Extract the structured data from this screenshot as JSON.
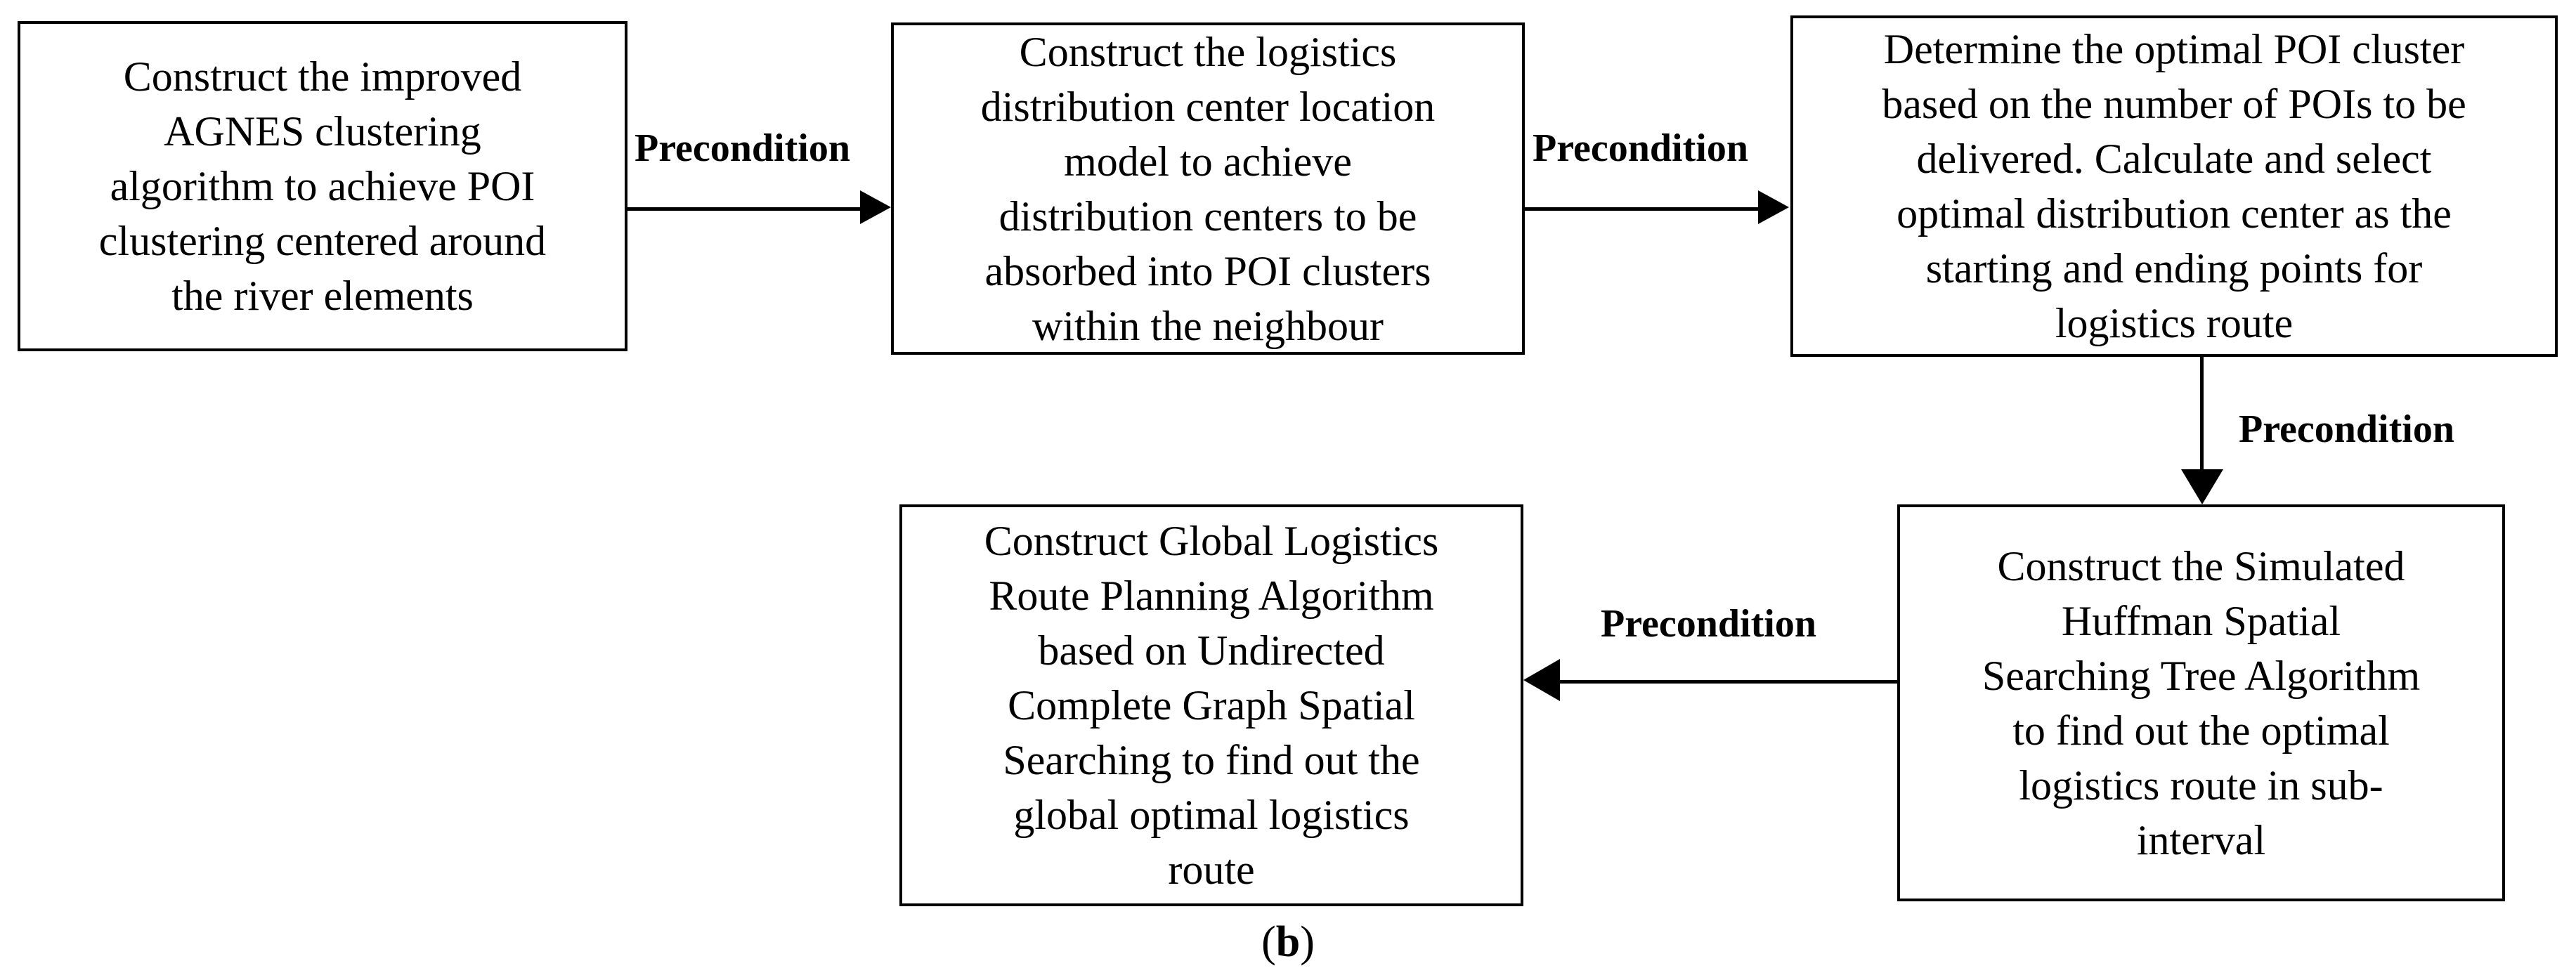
{
  "figure": {
    "caption_open": "(",
    "caption_letter": "b",
    "caption_close": ")",
    "background_color": "#ffffff",
    "stroke_color": "#000000",
    "text_color": "#000000"
  },
  "nodes": [
    {
      "id": "agnes-clustering",
      "text": "Construct the improved\nAGNES clustering\nalgorithm to achieve POI\nclustering centered around\nthe river elements"
    },
    {
      "id": "distribution-center-location",
      "text": "Construct the logistics\ndistribution center location\nmodel to achieve\ndistribution centers to be\nabsorbed into POI clusters\nwithin the neighbour"
    },
    {
      "id": "optimal-poi-cluster",
      "text": "Determine the optimal POI cluster\nbased on the number of POIs to be\ndelivered. Calculate and select\noptimal distribution center as the\nstarting and ending points for\nlogistics route"
    },
    {
      "id": "huffman-spatial-tree",
      "text": "Construct the Simulated\nHuffman Spatial\nSearching Tree Algorithm\nto find out the optimal\nlogistics route in sub-\ninterval"
    },
    {
      "id": "global-route-planning",
      "text": "Construct Global Logistics\nRoute Planning Algorithm\nbased on Undirected\nComplete Graph Spatial\nSearching to find out the\nglobal optimal logistics\nroute"
    }
  ],
  "edges": [
    {
      "id": "edge-1",
      "label": "Precondition",
      "from": "agnes-clustering",
      "to": "distribution-center-location",
      "direction": "right"
    },
    {
      "id": "edge-2",
      "label": "Precondition",
      "from": "distribution-center-location",
      "to": "optimal-poi-cluster",
      "direction": "right"
    },
    {
      "id": "edge-3",
      "label": "Precondition",
      "from": "optimal-poi-cluster",
      "to": "huffman-spatial-tree",
      "direction": "down"
    },
    {
      "id": "edge-4",
      "label": "Precondition",
      "from": "huffman-spatial-tree",
      "to": "global-route-planning",
      "direction": "left"
    }
  ]
}
